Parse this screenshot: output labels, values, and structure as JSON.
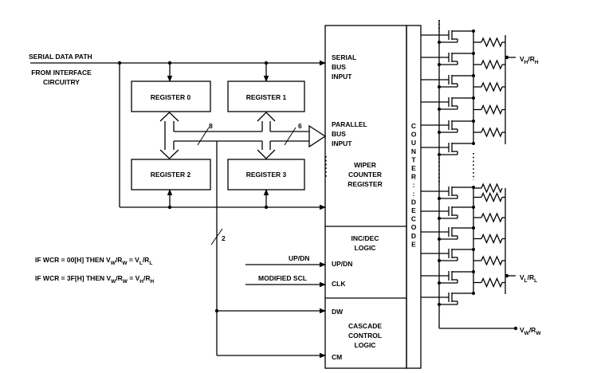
{
  "inputs": {
    "serial_data_path": "SERIAL DATA PATH",
    "from_interface_1": "FROM INTERFACE",
    "from_interface_2": "CIRCUITRY",
    "up_dn": "UP/DN",
    "modified_scl": "MODIFIED SCL"
  },
  "registers": {
    "r0": "REGISTER 0",
    "r1": "REGISTER 1",
    "r2": "REGISTER 2",
    "r3": "REGISTER 3"
  },
  "bus_widths": {
    "b8": "8",
    "b6": "6",
    "b2": "2"
  },
  "wcr": {
    "serial_bus_1": "SERIAL",
    "serial_bus_2": "BUS",
    "serial_bus_3": "INPUT",
    "parallel_bus_1": "PARALLEL",
    "parallel_bus_2": "BUS",
    "parallel_bus_3": "INPUT",
    "wiper_1": "WIPER",
    "wiper_2": "COUNTER",
    "wiper_3": "REGISTER"
  },
  "incdec": {
    "title_1": "INC/DEC",
    "title_2": "LOGIC",
    "updn_pin": "UP/DN",
    "clk_pin": "CLK"
  },
  "cascade": {
    "dw_pin": "DW",
    "title_1": "CASCADE",
    "title_2": "CONTROL",
    "title_3": "LOGIC",
    "cm_pin": "CM"
  },
  "decoder_letters": [
    "C",
    "O",
    "U",
    "N",
    "T",
    "E",
    "R",
    ":",
    ":",
    "D",
    "E",
    "C",
    "O",
    "D",
    "E"
  ],
  "outputs": {
    "vh_main": "V",
    "vh_sub": "H",
    "vh_sep": "/R",
    "vh_sub2": "H",
    "vl_main": "V",
    "vl_sub": "L",
    "vl_sep": "/R",
    "vl_sub2": "L",
    "vw_main": "V",
    "vw_sub": "W",
    "vw_sep": "/R",
    "vw_sub2": "W"
  },
  "conditions": {
    "c1_a": "IF WCR = 00[H] THEN V",
    "c1_b": "W",
    "c1_c": "/R",
    "c1_d": "W",
    "c1_e": " = V",
    "c1_f": "L",
    "c1_g": "/R",
    "c1_h": "L",
    "c2_a": "IF WCR = 3F[H] THEN V",
    "c2_b": "W",
    "c2_c": "/R",
    "c2_d": "W",
    "c2_e": " = V",
    "c2_f": "H",
    "c2_g": "/R",
    "c2_h": "H"
  }
}
